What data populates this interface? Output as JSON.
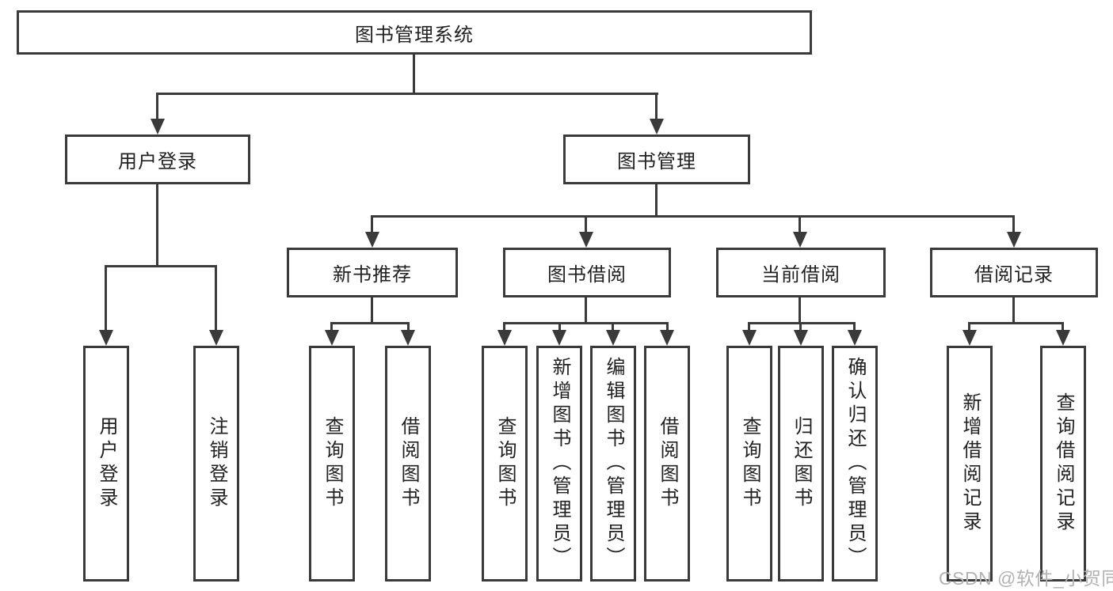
{
  "tree": {
    "root": {
      "label": "图书管理系统"
    },
    "branches": [
      {
        "label": "用户登录",
        "children": [
          {
            "label": "用户登录"
          },
          {
            "label": "注销登录"
          }
        ]
      },
      {
        "label": "图书管理",
        "children": [
          {
            "label": "新书推荐",
            "children": [
              {
                "label": "查询图书"
              },
              {
                "label": "借阅图书"
              }
            ]
          },
          {
            "label": "图书借阅",
            "children": [
              {
                "label": "查询图书"
              },
              {
                "label": "新增图书（管理员）"
              },
              {
                "label": "编辑图书（管理员）"
              },
              {
                "label": "借阅图书"
              }
            ]
          },
          {
            "label": "当前借阅",
            "children": [
              {
                "label": "查询图书"
              },
              {
                "label": "归还图书"
              },
              {
                "label": "确认归还（管理员）"
              }
            ]
          },
          {
            "label": "借阅记录",
            "children": [
              {
                "label": "新增借阅记录"
              },
              {
                "label": "查询借阅记录"
              }
            ]
          }
        ]
      }
    ]
  },
  "watermark": {
    "text": "CSDN @软件_小贺同学"
  },
  "colors": {
    "line": "#3a3a3a",
    "text": "#212121",
    "watermark": "#b2b2b2",
    "background": "#ffffff"
  }
}
